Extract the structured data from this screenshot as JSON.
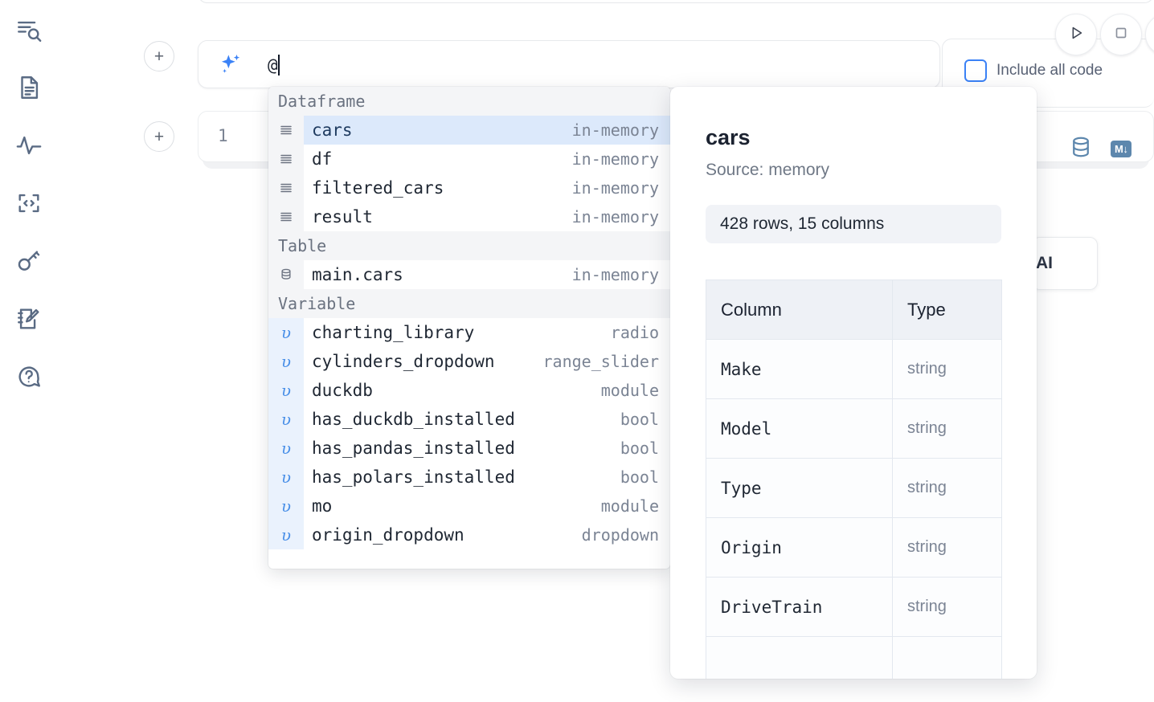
{
  "sidebar": {
    "items": [
      {
        "icon": "outline-search-icon",
        "name": "sidebar-item-outline"
      },
      {
        "icon": "document-icon",
        "name": "sidebar-item-notebook"
      },
      {
        "icon": "activity-pulse-icon",
        "name": "sidebar-item-activity"
      },
      {
        "icon": "code-snippet-icon",
        "name": "sidebar-item-snippets"
      },
      {
        "icon": "key-icon",
        "name": "sidebar-item-secrets"
      },
      {
        "icon": "scratchpad-edit-icon",
        "name": "sidebar-item-scratchpad"
      },
      {
        "icon": "help-chat-icon",
        "name": "sidebar-item-help"
      }
    ]
  },
  "toolbar": {
    "add_cell_label": "+",
    "run_icon": "play-icon",
    "stop_icon": "stop-icon",
    "include_all_code_label": "Include all code",
    "include_all_code_checked": false,
    "database_icon": "database-icon",
    "markdown_icon": "markdown-icon",
    "markdown_label": "M"
  },
  "ai_cell": {
    "icon": "ai-sparkle-icon",
    "value": "@",
    "placeholder": ""
  },
  "code_cell": {
    "line_number": "1"
  },
  "ai_card": {
    "label": "AI"
  },
  "autocomplete": {
    "groups": [
      {
        "label": "Dataframe",
        "items": [
          {
            "name": "cars",
            "type": "in-memory",
            "icon": "dataframe-icon",
            "selected": true
          },
          {
            "name": "df",
            "type": "in-memory",
            "icon": "dataframe-icon",
            "selected": false
          },
          {
            "name": "filtered_cars",
            "type": "in-memory",
            "icon": "dataframe-icon",
            "selected": false
          },
          {
            "name": "result",
            "type": "in-memory",
            "icon": "dataframe-icon",
            "selected": false
          }
        ]
      },
      {
        "label": "Table",
        "items": [
          {
            "name": "main.cars",
            "type": "in-memory",
            "icon": "table-icon",
            "selected": false
          }
        ]
      },
      {
        "label": "Variable",
        "items": [
          {
            "name": "charting_library",
            "type": "radio",
            "icon": "variable-icon",
            "selected": false
          },
          {
            "name": "cylinders_dropdown",
            "type": "range_slider",
            "icon": "variable-icon",
            "selected": false
          },
          {
            "name": "duckdb",
            "type": "module",
            "icon": "variable-icon",
            "selected": false
          },
          {
            "name": "has_duckdb_installed",
            "type": "bool",
            "icon": "variable-icon",
            "selected": false
          },
          {
            "name": "has_pandas_installed",
            "type": "bool",
            "icon": "variable-icon",
            "selected": false
          },
          {
            "name": "has_polars_installed",
            "type": "bool",
            "icon": "variable-icon",
            "selected": false
          },
          {
            "name": "mo",
            "type": "module",
            "icon": "variable-icon",
            "selected": false
          },
          {
            "name": "origin_dropdown",
            "type": "dropdown",
            "icon": "variable-icon",
            "selected": false
          }
        ]
      }
    ]
  },
  "detail_panel": {
    "title": "cars",
    "source": "Source: memory",
    "shape": "428 rows, 15 columns",
    "columns_header": "Column",
    "type_header": "Type",
    "rows": [
      {
        "column": "Make",
        "type": "string"
      },
      {
        "column": "Model",
        "type": "string"
      },
      {
        "column": "Type",
        "type": "string"
      },
      {
        "column": "Origin",
        "type": "string"
      },
      {
        "column": "DriveTrain",
        "type": "string"
      }
    ]
  },
  "colors": {
    "accent": "#3b82f6",
    "selection": "#dce9fb",
    "panel_header": "#eef1f6",
    "icon_slate": "#5d87ad"
  }
}
